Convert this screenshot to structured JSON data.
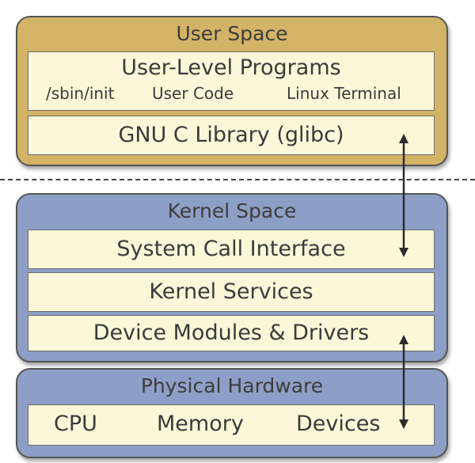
{
  "user_space": {
    "title": "User Space",
    "programs": {
      "title": "User-Level Programs",
      "items": [
        "/sbin/init",
        "User Code",
        "Linux Terminal"
      ]
    },
    "library": "GNU C Library (glibc)"
  },
  "kernel_space": {
    "title": "Kernel Space",
    "layers": [
      "System Call Interface",
      "Kernel Services",
      "Device Modules & Drivers"
    ]
  },
  "hardware": {
    "title": "Physical Hardware",
    "items": [
      "CPU",
      "Memory",
      "Devices"
    ]
  },
  "colors": {
    "user_space": "#d3b466",
    "kernel_space": "#8d9fc6",
    "box_fill": "#fdf7d9"
  }
}
